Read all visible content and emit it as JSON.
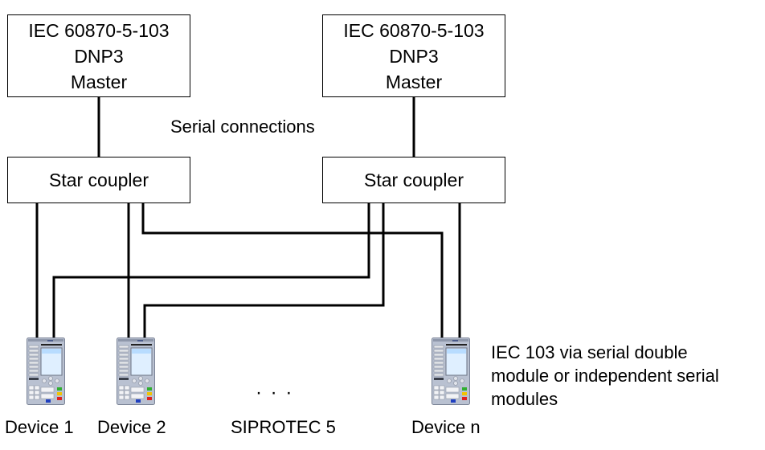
{
  "masters": [
    {
      "line1": "IEC 60870-5-103",
      "line2": "DNP3",
      "line3": "Master"
    },
    {
      "line1": "IEC 60870-5-103",
      "line2": "DNP3",
      "line3": "Master"
    }
  ],
  "serial_label": "Serial connections",
  "couplers": [
    {
      "label": "Star coupler"
    },
    {
      "label": "Star coupler"
    }
  ],
  "devices": [
    {
      "label": "Device 1"
    },
    {
      "label": "Device 2"
    },
    {
      "label": "Device n"
    }
  ],
  "ellipsis": "·   ·   ·",
  "siprotec_label": "SIPROTEC 5",
  "note": {
    "line1": "IEC 103 via serial double",
    "line2": "module or independent serial",
    "line3": "modules"
  }
}
